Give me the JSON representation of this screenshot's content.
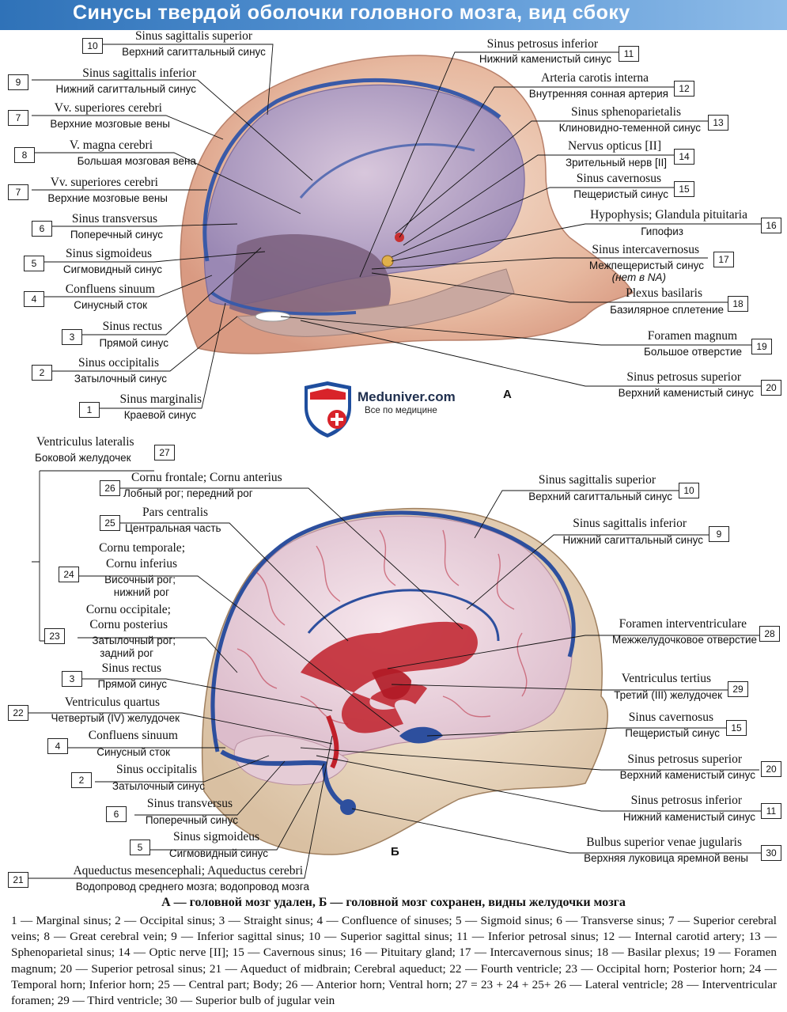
{
  "title": "Синусы твердой оболочки головного мозга, вид сбоку",
  "panel_a_label": "А",
  "panel_b_label": "Б",
  "logo": {
    "name": "Meduniver.com",
    "tagline": "Все по медицине"
  },
  "labels_a": [
    {
      "n": "10",
      "la": "Sinus sagittalis superior",
      "ru": "Верхний сагиттальный синус"
    },
    {
      "n": "9",
      "la": "Sinus sagittalis inferior",
      "ru": "Нижний сагиттальный синус"
    },
    {
      "n": "7",
      "la": "Vv. superiores cerebri",
      "ru": "Верхние мозговые вены"
    },
    {
      "n": "8",
      "la": "V. magna cerebri",
      "ru": "Большая мозговая вена"
    },
    {
      "n": "7",
      "la": "Vv. superiores cerebri",
      "ru": "Верхние мозговые вены"
    },
    {
      "n": "6",
      "la": "Sinus transversus",
      "ru": "Поперечный синус"
    },
    {
      "n": "5",
      "la": "Sinus sigmoideus",
      "ru": "Сигмовидный синус"
    },
    {
      "n": "4",
      "la": "Confluens sinuum",
      "ru": "Синусный сток"
    },
    {
      "n": "3",
      "la": "Sinus rectus",
      "ru": "Прямой синус"
    },
    {
      "n": "2",
      "la": "Sinus occipitalis",
      "ru": "Затылочный синус"
    },
    {
      "n": "1",
      "la": "Sinus marginalis",
      "ru": "Краевой синус"
    },
    {
      "n": "11",
      "la": "Sinus petrosus inferior",
      "ru": "Нижний каменистый синус"
    },
    {
      "n": "12",
      "la": "Arteria carotis interna",
      "ru": "Внутренняя сонная артерия"
    },
    {
      "n": "13",
      "la": "Sinus sphenoparietalis",
      "ru": "Клиновидно-теменной синус"
    },
    {
      "n": "14",
      "la": "Nervus opticus [II]",
      "ru": "Зрительный нерв [II]"
    },
    {
      "n": "15",
      "la": "Sinus cavernosus",
      "ru": "Пещеристый синус"
    },
    {
      "n": "16",
      "la": "Hypophysis; Glandula pituitaria",
      "ru": "Гипофиз"
    },
    {
      "n": "17",
      "la": "Sinus intercavernosus",
      "ru": "Межпещеристый синус",
      "note": "(нет в NA)"
    },
    {
      "n": "18",
      "la": "Plexus basilaris",
      "ru": "Базилярное сплетение"
    },
    {
      "n": "19",
      "la": "Foramen magnum",
      "ru": "Большое отверстие"
    },
    {
      "n": "20",
      "la": "Sinus petrosus superior",
      "ru": "Верхний каменистый синус"
    }
  ],
  "labels_b": [
    {
      "n": "27",
      "la": "Ventriculus lateralis",
      "ru": "Боковой желудочек"
    },
    {
      "n": "26",
      "la": "Cornu frontale; Cornu anterius",
      "ru": "Лобный рог; передний рог"
    },
    {
      "n": "25",
      "la": "Pars centralis",
      "ru": "Центральная часть"
    },
    {
      "n": "24",
      "la1": "Cornu temporale;",
      "la2": "Cornu inferius",
      "ru1": "Височный рог;",
      "ru2": "нижний рог"
    },
    {
      "n": "23",
      "la1": "Cornu occipitale;",
      "la2": "Cornu posterius",
      "ru1": "Затылочный рог;",
      "ru2": "задний рог"
    },
    {
      "n": "3",
      "la": "Sinus rectus",
      "ru": "Прямой синус"
    },
    {
      "n": "22",
      "la": "Ventriculus quartus",
      "ru": "Четвертый (IV) желудочек"
    },
    {
      "n": "4",
      "la": "Confluens sinuum",
      "ru": "Синусный сток"
    },
    {
      "n": "2",
      "la": "Sinus occipitalis",
      "ru": "Затылочный синус"
    },
    {
      "n": "6",
      "la": "Sinus transversus",
      "ru": "Поперечный синус"
    },
    {
      "n": "5",
      "la": "Sinus sigmoideus",
      "ru": "Сигмовидный синус"
    },
    {
      "n": "21",
      "la": "Aqueductus mesencephali; Aqueductus cerebri",
      "ru": "Водопровод среднего мозга; водопровод мозга"
    },
    {
      "n": "10",
      "la": "Sinus sagittalis superior",
      "ru": "Верхний сагиттальный синус"
    },
    {
      "n": "9",
      "la": "Sinus sagittalis inferior",
      "ru": "Нижний сагиттальный синус"
    },
    {
      "n": "28",
      "la": "Foramen interventriculare",
      "ru": "Межжелудочковое отверстие"
    },
    {
      "n": "29",
      "la": "Ventriculus tertius",
      "ru": "Третий (III) желудочек"
    },
    {
      "n": "15",
      "la": "Sinus cavernosus",
      "ru": "Пещеристый синус"
    },
    {
      "n": "20",
      "la": "Sinus petrosus superior",
      "ru": "Верхний каменистый синус"
    },
    {
      "n": "11",
      "la": "Sinus petrosus inferior",
      "ru": "Нижний каменистый синус"
    },
    {
      "n": "30",
      "la": "Bulbus superior venae jugularis",
      "ru": "Верхняя луковица яремной вены"
    }
  ],
  "caption": "А — головной мозг удален, Б — головной мозг сохранен, видны желудочки мозга",
  "legend": "1 — Marginal sinus; 2 — Occipital sinus; 3 — Straight sinus; 4 — Confluence of sinuses; 5 — Sigmoid sinus; 6 — Transverse sinus; 7 — Superior cerebral veins; 8 — Great cerebral vein; 9 — Inferior sagittal sinus; 10 — Superior sagittal sinus; 11 — Inferior petrosal sinus; 12 — Internal carotid artery; 13 — Sphenoparietal sinus; 14 — Optic nerve [II]; 15 — Cavernous sinus; 16 — Pituitary gland; 17 — Intercavernous sinus; 18 — Basilar plexus; 19 — Foramen magnum; 20 — Superior petrosal sinus; 21 — Aqueduct of midbrain; Cerebral aqueduct; 22 — Fourth ventricle; 23 — Occipital horn; Posterior horn; 24 — Temporal horn; Inferior horn; 25 — Central part; Body; 26 — Anterior horn; Ventral horn; 27 = 23 + 24 + 25+ 26 — Lateral ventricle; 28 — Interventricular foramen; 29 — Third ventricle; 30 — Superior bulb of jugular vein",
  "colors": {
    "title_bar": "#3b7fc4",
    "vein_blue": "#2d4f9e",
    "ventricle_red": "#c0202a",
    "skull": "#e8cdb6",
    "logo_red": "#d8232a",
    "logo_blue": "#1f4e9e"
  }
}
